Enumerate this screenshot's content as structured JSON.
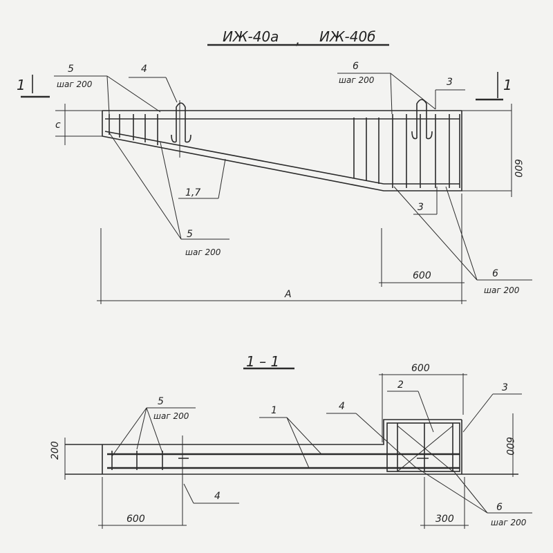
{
  "title": {
    "left": "ИЖ-40а",
    "sep": ",",
    "right": "ИЖ-40б"
  },
  "plan": {
    "section_mark_left": "1",
    "section_mark_right": "1",
    "label_5_top": {
      "num": "5",
      "step": "шаг 200"
    },
    "label_4_top": "4",
    "label_6_top": {
      "num": "6",
      "step": "шаг 200"
    },
    "label_3_top": "3",
    "label_3_bottom": "3",
    "label_17": "1,7",
    "label_5_bottom": {
      "num": "5",
      "step": "шаг 200"
    },
    "label_6_bottom": {
      "num": "6",
      "step": "шаг 200"
    },
    "dim_c": "c",
    "dim_600_vertical": "600",
    "dim_600_horizontal": "600",
    "dim_A": "A"
  },
  "section": {
    "title": "1 – 1",
    "dim_600_top": "600",
    "label_2": "2",
    "label_3": "3",
    "label_5": {
      "num": "5",
      "step": "шаг 200"
    },
    "label_1": "1",
    "label_4_top": "4",
    "label_4_bottom": "4",
    "dim_200": "200",
    "dim_600_vertical": "600",
    "dim_600_bottom": "600",
    "dim_300": "300",
    "label_6": {
      "num": "6",
      "step": "шаг 200"
    }
  }
}
